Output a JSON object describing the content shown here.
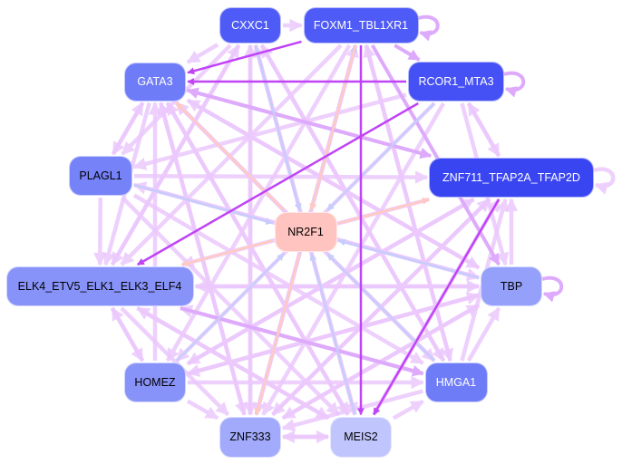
{
  "colors": {
    "light": "#ecc8fd",
    "mid": "#deaafb",
    "strong": "#c043f6",
    "blue": "#c6cdfc",
    "peach": "#ffcac2"
  },
  "nodes": [
    {
      "id": "CXXC1",
      "label": "CXXC1",
      "fill": "#4f5bf7",
      "text": "#ffffff"
    },
    {
      "id": "FOXM1",
      "label": "FOXM1_TBL1XR1",
      "fill": "#4f5bf7",
      "text": "#ffffff"
    },
    {
      "id": "RCOR1",
      "label": "RCOR1_MTA3",
      "fill": "#4551f5",
      "text": "#ffffff"
    },
    {
      "id": "GATA3",
      "label": "GATA3",
      "fill": "#6f7cf8",
      "text": "#ffffff"
    },
    {
      "id": "PLAGL1",
      "label": "PLAGL1",
      "fill": "#7682f8",
      "text": "#000000"
    },
    {
      "id": "ZNF711",
      "label": "ZNF711_TFAP2A_TFAP2D",
      "fill": "#3a45f2",
      "text": "#ffffff"
    },
    {
      "id": "NR2F1",
      "label": "NR2F1",
      "fill": "#ffc4c0",
      "text": "#000000"
    },
    {
      "id": "ELK4",
      "label": "ELK4_ETV5_ELK1_ELK3_ELF4",
      "fill": "#8893f9",
      "text": "#000000"
    },
    {
      "id": "TBP",
      "label": "TBP",
      "fill": "#95a0fa",
      "text": "#000000"
    },
    {
      "id": "HOMEZ",
      "label": "HOMEZ",
      "fill": "#8893f9",
      "text": "#000000"
    },
    {
      "id": "HMGA1",
      "label": "HMGA1",
      "fill": "#6f7cf8",
      "text": "#ffffff"
    },
    {
      "id": "ZNF333",
      "label": "ZNF333",
      "fill": "#a2aafb",
      "text": "#000000"
    },
    {
      "id": "MEIS2",
      "label": "MEIS2",
      "fill": "#c0c6fd",
      "text": "#000000"
    }
  ],
  "edges": [
    [
      "CXXC1",
      "FOXM1",
      "light"
    ],
    [
      "FOXM1",
      "FOXM1",
      "mid"
    ],
    [
      "RCOR1",
      "RCOR1",
      "mid"
    ],
    [
      "ZNF711",
      "ZNF711",
      "light"
    ],
    [
      "TBP",
      "TBP",
      "mid"
    ],
    [
      "RCOR1",
      "GATA3",
      "strong"
    ],
    [
      "FOXM1",
      "GATA3",
      "strong"
    ],
    [
      "FOXM1",
      "RCOR1",
      "mid"
    ],
    [
      "CXXC1",
      "GATA3",
      "light"
    ],
    [
      "CXXC1",
      "NR2F1",
      "blue"
    ],
    [
      "FOXM1",
      "NR2F1",
      "peach"
    ],
    [
      "NR2F1",
      "FOXM1",
      "blue"
    ],
    [
      "RCOR1",
      "NR2F1",
      "blue"
    ],
    [
      "PLAGL1",
      "NR2F1",
      "blue"
    ],
    [
      "TBP",
      "NR2F1",
      "blue"
    ],
    [
      "HMGA1",
      "NR2F1",
      "blue"
    ],
    [
      "MEIS2",
      "NR2F1",
      "blue"
    ],
    [
      "HOMEZ",
      "NR2F1",
      "blue"
    ],
    [
      "NR2F1",
      "ZNF333",
      "peach"
    ],
    [
      "NR2F1",
      "ELK4",
      "peach"
    ],
    [
      "NR2F1",
      "GATA3",
      "peach"
    ],
    [
      "NR2F1",
      "ZNF711",
      "peach"
    ],
    [
      "RCOR1",
      "ELK4",
      "strong"
    ],
    [
      "FOXM1",
      "MEIS2",
      "strong"
    ],
    [
      "ZNF711",
      "MEIS2",
      "strong"
    ],
    [
      "GATA3",
      "ZNF711",
      "mid"
    ],
    [
      "GATA3",
      "PLAGL1",
      "light"
    ],
    [
      "PLAGL1",
      "GATA3",
      "light"
    ],
    [
      "PLAGL1",
      "ELK4",
      "light"
    ],
    [
      "GATA3",
      "ELK4",
      "light"
    ],
    [
      "ELK4",
      "HOMEZ",
      "light"
    ],
    [
      "HOMEZ",
      "ELK4",
      "light"
    ],
    [
      "HOMEZ",
      "ZNF333",
      "light"
    ],
    [
      "ZNF333",
      "MEIS2",
      "light"
    ],
    [
      "MEIS2",
      "ZNF333",
      "light"
    ],
    [
      "MEIS2",
      "HMGA1",
      "light"
    ],
    [
      "HMGA1",
      "TBP",
      "light"
    ],
    [
      "TBP",
      "ZNF711",
      "light"
    ],
    [
      "ZNF711",
      "RCOR1",
      "light"
    ],
    [
      "RCOR1",
      "ZNF711",
      "light"
    ],
    [
      "CXXC1",
      "ZNF333",
      "light"
    ],
    [
      "CXXC1",
      "MEIS2",
      "light"
    ],
    [
      "CXXC1",
      "HMGA1",
      "light"
    ],
    [
      "CXXC1",
      "ELK4",
      "light"
    ],
    [
      "CXXC1",
      "PLAGL1",
      "light"
    ],
    [
      "FOXM1",
      "ZNF333",
      "light"
    ],
    [
      "FOXM1",
      "HMGA1",
      "light"
    ],
    [
      "FOXM1",
      "TBP",
      "mid"
    ],
    [
      "FOXM1",
      "ELK4",
      "light"
    ],
    [
      "FOXM1",
      "HOMEZ",
      "light"
    ],
    [
      "RCOR1",
      "ZNF333",
      "light"
    ],
    [
      "RCOR1",
      "HOMEZ",
      "light"
    ],
    [
      "RCOR1",
      "TBP",
      "light"
    ],
    [
      "RCOR1",
      "PLAGL1",
      "light"
    ],
    [
      "GATA3",
      "TBP",
      "light"
    ],
    [
      "GATA3",
      "HMGA1",
      "light"
    ],
    [
      "GATA3",
      "MEIS2",
      "light"
    ],
    [
      "GATA3",
      "ZNF333",
      "light"
    ],
    [
      "PLAGL1",
      "ZNF711",
      "light"
    ],
    [
      "PLAGL1",
      "TBP",
      "light"
    ],
    [
      "PLAGL1",
      "HMGA1",
      "light"
    ],
    [
      "PLAGL1",
      "MEIS2",
      "light"
    ],
    [
      "ZNF711",
      "ELK4",
      "light"
    ],
    [
      "ZNF711",
      "ZNF333",
      "light"
    ],
    [
      "ZNF711",
      "HOMEZ",
      "light"
    ],
    [
      "ZNF711",
      "GATA3",
      "mid"
    ],
    [
      "ELK4",
      "TBP",
      "light"
    ],
    [
      "TBP",
      "ELK4",
      "light"
    ],
    [
      "ELK4",
      "HMGA1",
      "mid"
    ],
    [
      "ELK4",
      "MEIS2",
      "light"
    ],
    [
      "ELK4",
      "ZNF333",
      "light"
    ],
    [
      "TBP",
      "GATA3",
      "light"
    ],
    [
      "TBP",
      "ZNF333",
      "light"
    ],
    [
      "TBP",
      "HOMEZ",
      "light"
    ],
    [
      "TBP",
      "PLAGL1",
      "light"
    ],
    [
      "HOMEZ",
      "TBP",
      "light"
    ],
    [
      "HOMEZ",
      "HMGA1",
      "light"
    ],
    [
      "HOMEZ",
      "ZNF711",
      "light"
    ],
    [
      "HOMEZ",
      "GATA3",
      "light"
    ],
    [
      "HMGA1",
      "ELK4",
      "light"
    ],
    [
      "HMGA1",
      "ZNF333",
      "light"
    ],
    [
      "HMGA1",
      "GATA3",
      "light"
    ],
    [
      "HMGA1",
      "FOXM1",
      "light"
    ],
    [
      "HMGA1",
      "ZNF711",
      "light"
    ],
    [
      "MEIS2",
      "GATA3",
      "light"
    ],
    [
      "MEIS2",
      "ELK4",
      "light"
    ],
    [
      "MEIS2",
      "ZNF711",
      "light"
    ],
    [
      "ZNF333",
      "GATA3",
      "light"
    ],
    [
      "ZNF333",
      "FOXM1",
      "light"
    ],
    [
      "ZNF333",
      "ZNF711",
      "light"
    ],
    [
      "ZNF333",
      "TBP",
      "light"
    ],
    [
      "ZNF333",
      "CXXC1",
      "light"
    ],
    [
      "MEIS2",
      "CXXC1",
      "light"
    ],
    [
      "HMGA1",
      "CXXC1",
      "light"
    ],
    [
      "ELK4",
      "CXXC1",
      "light"
    ]
  ]
}
